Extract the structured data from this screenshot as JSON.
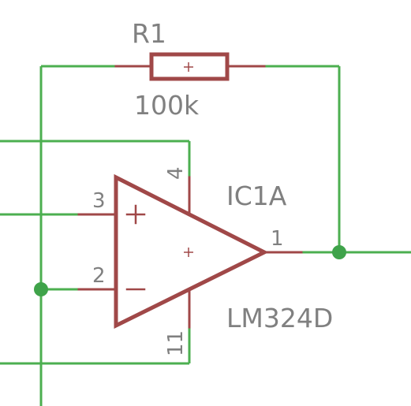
{
  "resistor": {
    "ref": "R1",
    "value": "100k"
  },
  "opamp": {
    "ref": "IC1A",
    "part": "LM324D",
    "pins": {
      "non_inverting": "3",
      "inverting": "2",
      "output": "1",
      "vcc": "4",
      "vee": "11"
    },
    "signs": {
      "plus": "+",
      "minus": "−"
    }
  },
  "colors": {
    "wire": "#4caf50",
    "junction": "#3fa34a",
    "symbol": "#a04848",
    "text": "#808080"
  }
}
